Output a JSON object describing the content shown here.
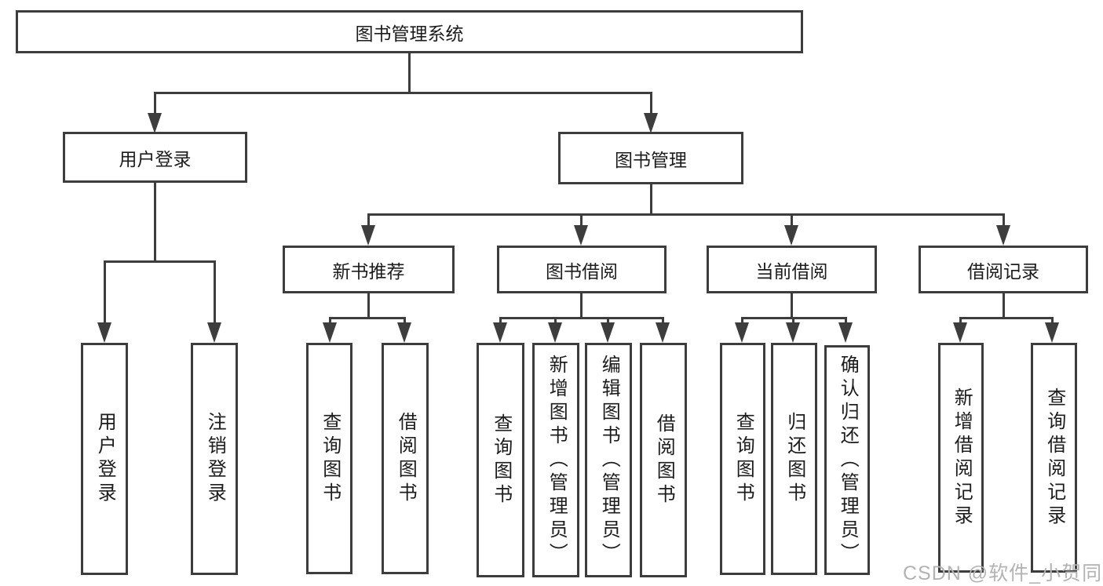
{
  "tree": {
    "root": "图书管理系统",
    "children": [
      {
        "label": "用户登录",
        "children": [
          "用户登录",
          "注销登录"
        ]
      },
      {
        "label": "图书管理",
        "children": [
          {
            "label": "新书推荐",
            "children": [
              "查询图书",
              "借阅图书"
            ]
          },
          {
            "label": "图书借阅",
            "children": [
              "查询图书",
              "新增图书（管理员）",
              "编辑图书（管理员）",
              "借阅图书"
            ]
          },
          {
            "label": "当前借阅",
            "children": [
              "查询图书",
              "归还图书",
              "确认归还（管理员）"
            ]
          },
          {
            "label": "借阅记录",
            "children": [
              "新增借阅记录",
              "查询借阅记录"
            ]
          }
        ]
      }
    ]
  },
  "watermark": "CSDN @软件_小贺同学",
  "colors": {
    "line": "#3d3d3d",
    "text": "#1c1c1c",
    "watermark": "#b3b3b3",
    "background": "#ffffff"
  }
}
